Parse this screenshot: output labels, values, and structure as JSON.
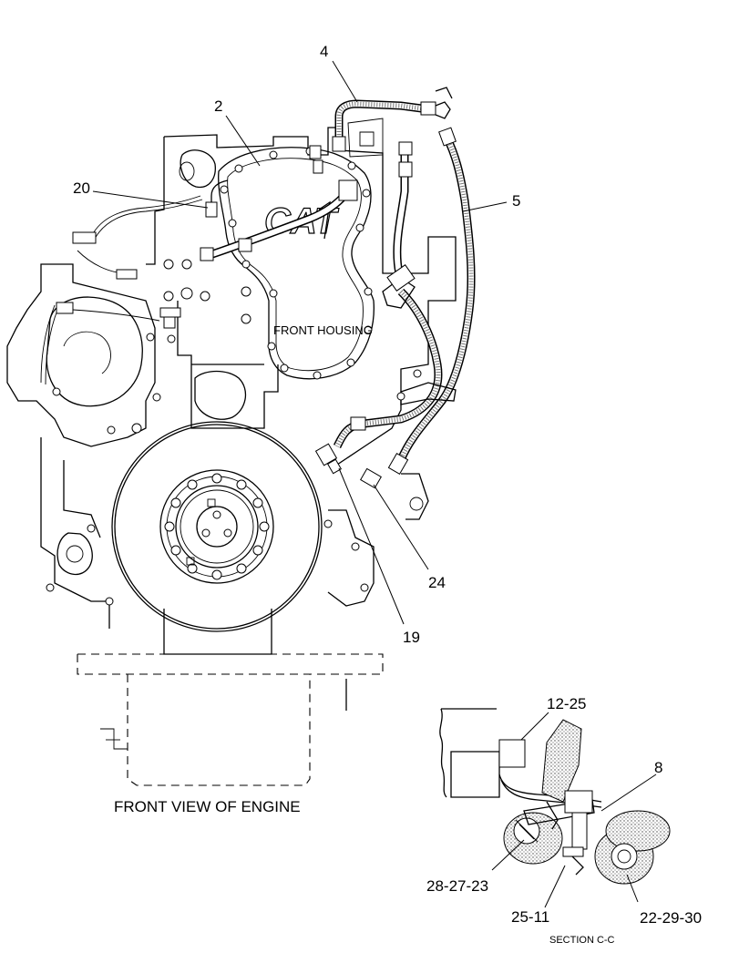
{
  "callouts": {
    "c4": "4",
    "c2": "2",
    "c20": "20",
    "c5": "5",
    "c24": "24",
    "c19": "19",
    "c12_25": "12-25",
    "c8": "8",
    "c28_27_23": "28-27-23",
    "c25_11": "25-11",
    "c22_29_30": "22-29-30"
  },
  "labels": {
    "front_housing": "FRONT HOUSING",
    "front_view": "FRONT VIEW OF ENGINE",
    "section": "SECTION C-C",
    "logo": "CAT"
  }
}
